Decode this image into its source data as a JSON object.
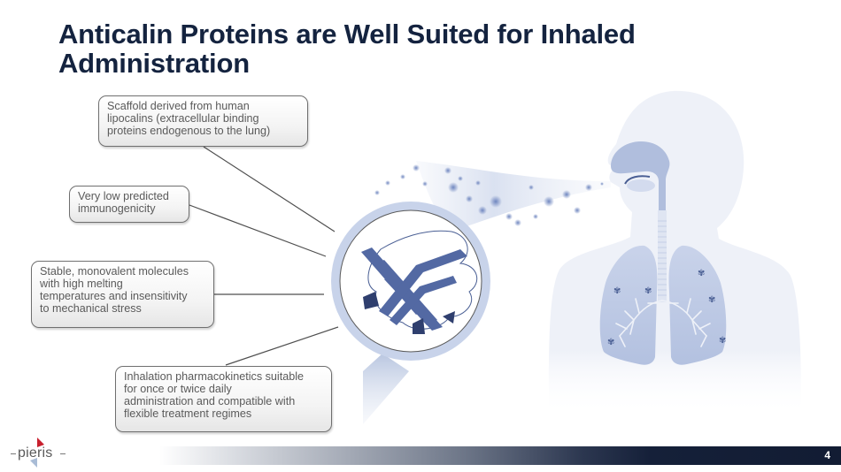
{
  "slide": {
    "title": "Anticalin Proteins are Well Suited for Inhaled Administration",
    "title_lines": [
      "Anticalin Proteins are Well Suited for Inhaled",
      "Administration"
    ],
    "page_number": "4"
  },
  "callouts": [
    {
      "id": "scaffold",
      "lines": [
        "Scaffold derived from human",
        "lipocalins (extracellular binding",
        "proteins endogenous to the lung)"
      ]
    },
    {
      "id": "immunogenicity",
      "lines": [
        "Very low predicted",
        "immunogenicity"
      ]
    },
    {
      "id": "stability",
      "lines": [
        "Stable, monovalent molecules",
        "with high melting",
        "temperatures and insensitivity",
        "to mechanical stress"
      ]
    },
    {
      "id": "pharmacokinetics",
      "lines": [
        "Inhalation pharmacokinetics suitable",
        "for once or twice daily",
        "administration and compatible with",
        "flexible treatment regimes"
      ]
    }
  ],
  "illustration": {
    "magnifier_icon": "magnifying-glass-protein-icon",
    "body_icon": "human-lungs-silhouette-icon",
    "aerosol_icon": "aerosol-particles-icon"
  },
  "logo": {
    "text": "pieris",
    "colors": {
      "red": "#c8202e",
      "blue": "#a9bcd6",
      "text": "#5a5a5a"
    }
  },
  "colors": {
    "title": "#14233f",
    "footer_dark": "#121c33",
    "illustration_light": "#eef1f8",
    "illustration_mid": "#c5cfe5",
    "illustration_dark": "#4a5f94",
    "callout_border": "#6f6f6f",
    "callout_text": "#5a5a5a"
  }
}
